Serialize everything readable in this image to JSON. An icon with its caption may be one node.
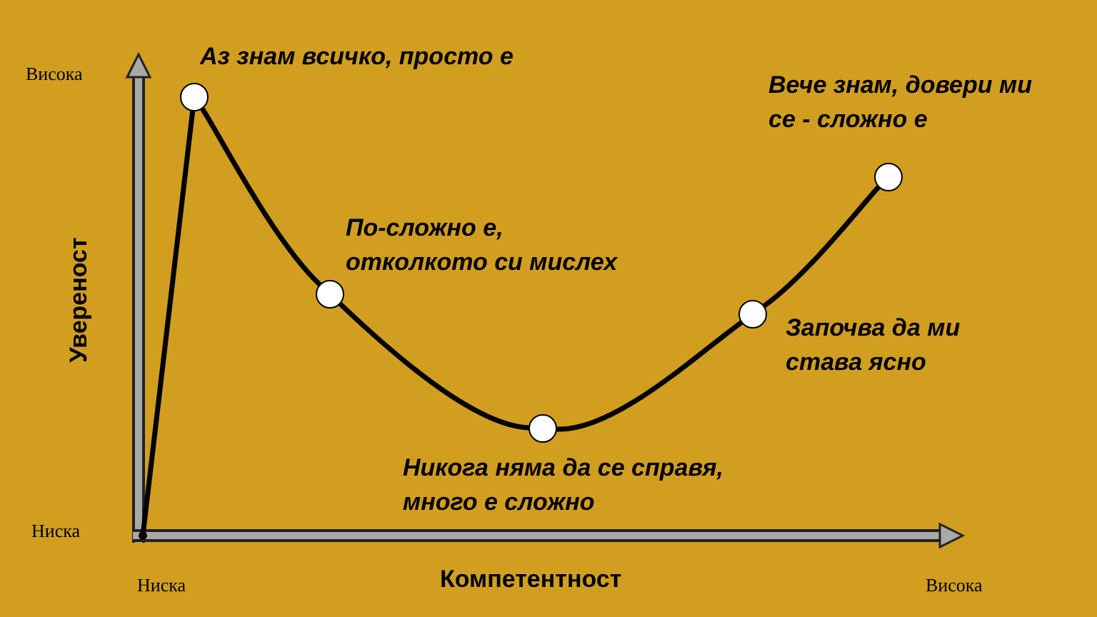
{
  "diagram": {
    "nodes": [
      {
        "text": [],
        "shape": "circle",
        "beside": [
          "Аз знам всичко, просто е"
        ]
      },
      {
        "text": [],
        "shape": "circle",
        "beside": [
          "По-сложно е, отколкото си мислех"
        ]
      },
      {
        "text": [],
        "shape": "circle",
        "beside": [
          "Никога няма да се справя, много е сложно"
        ]
      },
      {
        "text": [],
        "shape": "circle",
        "beside": [
          "Започва да ми става ясно"
        ]
      },
      {
        "text": [],
        "shape": "circle",
        "beside": [
          "Вече знам, довери ми се - сложно е"
        ]
      },
      {
        "text": [],
        "shape": "point"
      }
    ],
    "edges": [
      {
        "from": 5,
        "to": 0,
        "arrow": "none"
      },
      {
        "from": 0,
        "to": 1,
        "arrow": "none"
      },
      {
        "from": 1,
        "to": 2,
        "arrow": "none"
      },
      {
        "from": 2,
        "to": 3,
        "arrow": "none"
      },
      {
        "from": 3,
        "to": 4,
        "arrow": "none"
      }
    ],
    "labels": [
      "Висока",
      "Увереност",
      "Ниска",
      "Ниска",
      "Компетентност",
      "Висока"
    ]
  }
}
